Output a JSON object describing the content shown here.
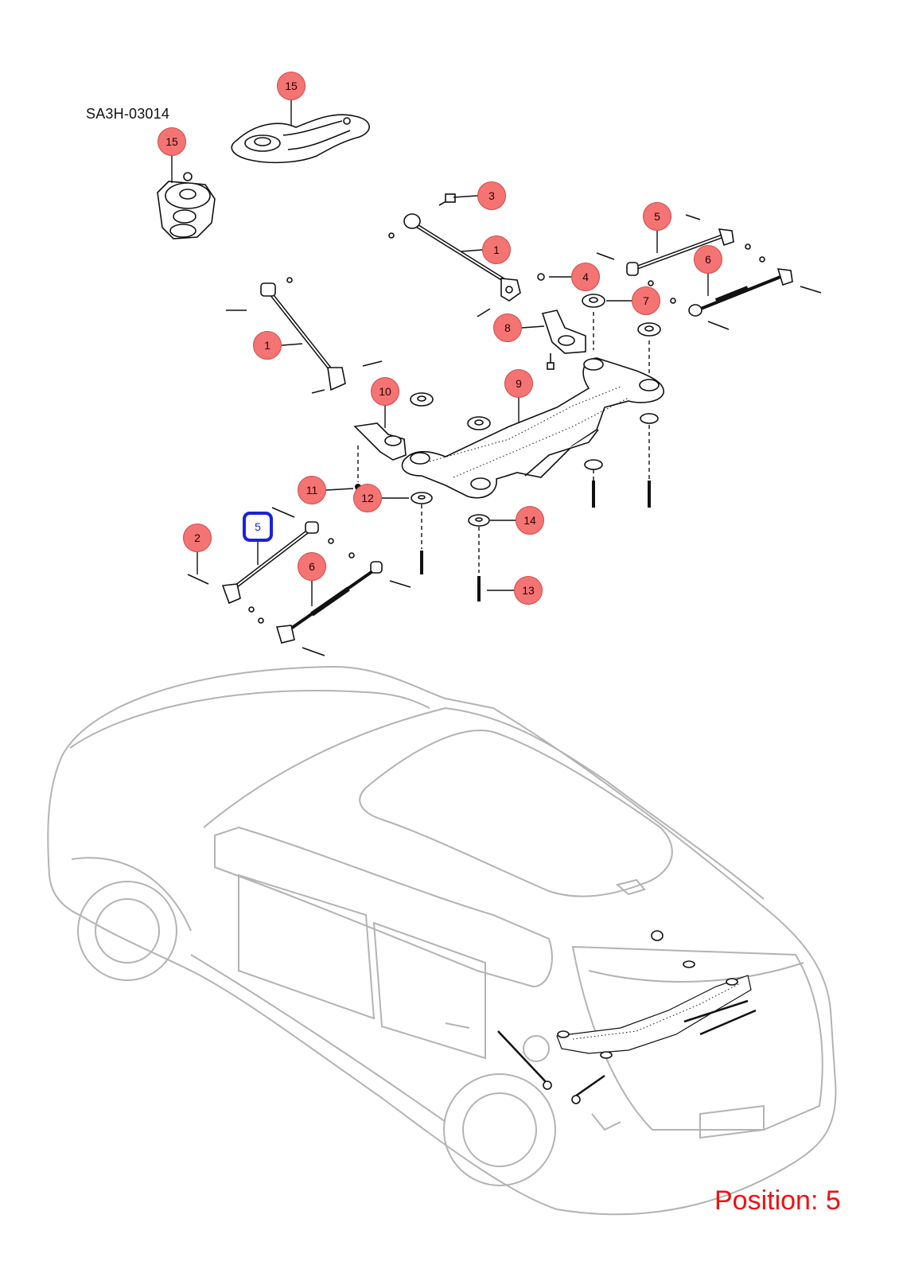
{
  "diagram": {
    "code": "SA3H-03014",
    "position_label": "Position: 5",
    "selected_callout": "5",
    "colors": {
      "callout_fill": "#f47474",
      "callout_border": "#d24848",
      "selected_outline": "#1a22dd",
      "position_text": "#ee1111",
      "car_outline": "#b3b3b3"
    },
    "callouts": [
      {
        "id": "c15a",
        "number": "15"
      },
      {
        "id": "c15b",
        "number": "15"
      },
      {
        "id": "c3",
        "number": "3"
      },
      {
        "id": "c1a",
        "number": "1"
      },
      {
        "id": "c5a",
        "number": "5"
      },
      {
        "id": "c6a",
        "number": "6"
      },
      {
        "id": "c4",
        "number": "4"
      },
      {
        "id": "c7",
        "number": "7"
      },
      {
        "id": "c8",
        "number": "8"
      },
      {
        "id": "c1b",
        "number": "1"
      },
      {
        "id": "c9",
        "number": "9"
      },
      {
        "id": "c10",
        "number": "10"
      },
      {
        "id": "c11",
        "number": "11"
      },
      {
        "id": "c12",
        "number": "12"
      },
      {
        "id": "c14",
        "number": "14"
      },
      {
        "id": "c2",
        "number": "2"
      },
      {
        "id": "c5b",
        "number": "5"
      },
      {
        "id": "c6b",
        "number": "6"
      },
      {
        "id": "c13",
        "number": "13"
      }
    ]
  }
}
